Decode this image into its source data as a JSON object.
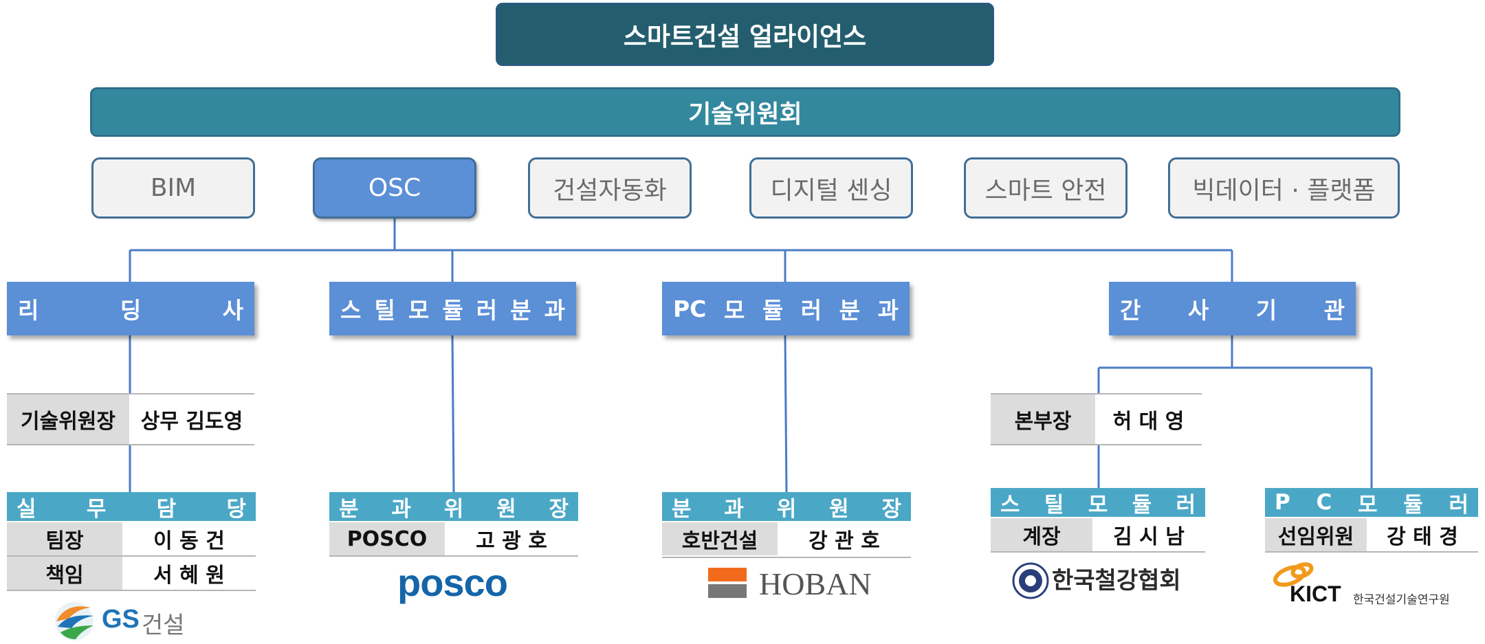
{
  "title": "스마트건설 얼라이언스",
  "committee": "기술위원회",
  "subcommittees": [
    "BIM",
    "OSC",
    "건설자동화",
    "디지털 센싱",
    "스마트 안전",
    "빅데이터 · 플랫폼"
  ],
  "groups": {
    "leading": {
      "header": [
        "리",
        "딩",
        "사"
      ],
      "chair_label": "기술위원장",
      "chair_value": "상무 김도영",
      "staff_header": [
        "실",
        "무",
        "담",
        "당"
      ],
      "rows": [
        {
          "label": "팀장",
          "value": "이 동 건"
        },
        {
          "label": "책임",
          "value": "서 혜 원"
        }
      ],
      "logo_text": "GS",
      "logo_suffix": "건설"
    },
    "steel": {
      "header": [
        "스",
        "틸",
        "모",
        "듈",
        "러",
        "분",
        "과"
      ],
      "sub_header": [
        "분",
        "과",
        "위",
        "원",
        "장"
      ],
      "label": "POSCO",
      "value": "고 광 호",
      "logo_text": "posco"
    },
    "pc": {
      "header": [
        "PC",
        "모",
        "듈",
        "러",
        "분",
        "과"
      ],
      "sub_header": [
        "분",
        "과",
        "위",
        "원",
        "장"
      ],
      "label": "호반건설",
      "value": "강 관 호",
      "logo_text": "HOBAN"
    },
    "secretariat": {
      "header": [
        "간",
        "사",
        "기",
        "관"
      ],
      "head_label": "본부장",
      "head_value": "허 대 영",
      "steel_header": [
        "스",
        "틸",
        "모",
        "듈",
        "러"
      ],
      "steel_label": "계장",
      "steel_value": "김 시 남",
      "steel_logo": "한국철강협회",
      "pc_header": [
        "P",
        "C",
        "모",
        "듈",
        "러"
      ],
      "pc_label": "선임위원",
      "pc_value": "강 태 경",
      "pc_logo": "KICT",
      "pc_logo_sub": "한국건설기술연구원"
    }
  },
  "colors": {
    "title_bg": "#245e6e",
    "committee_bg": "#33889e",
    "accent_blue": "#5b8fd6",
    "teal": "#4ba7c6",
    "line": "#4a7cc4"
  }
}
